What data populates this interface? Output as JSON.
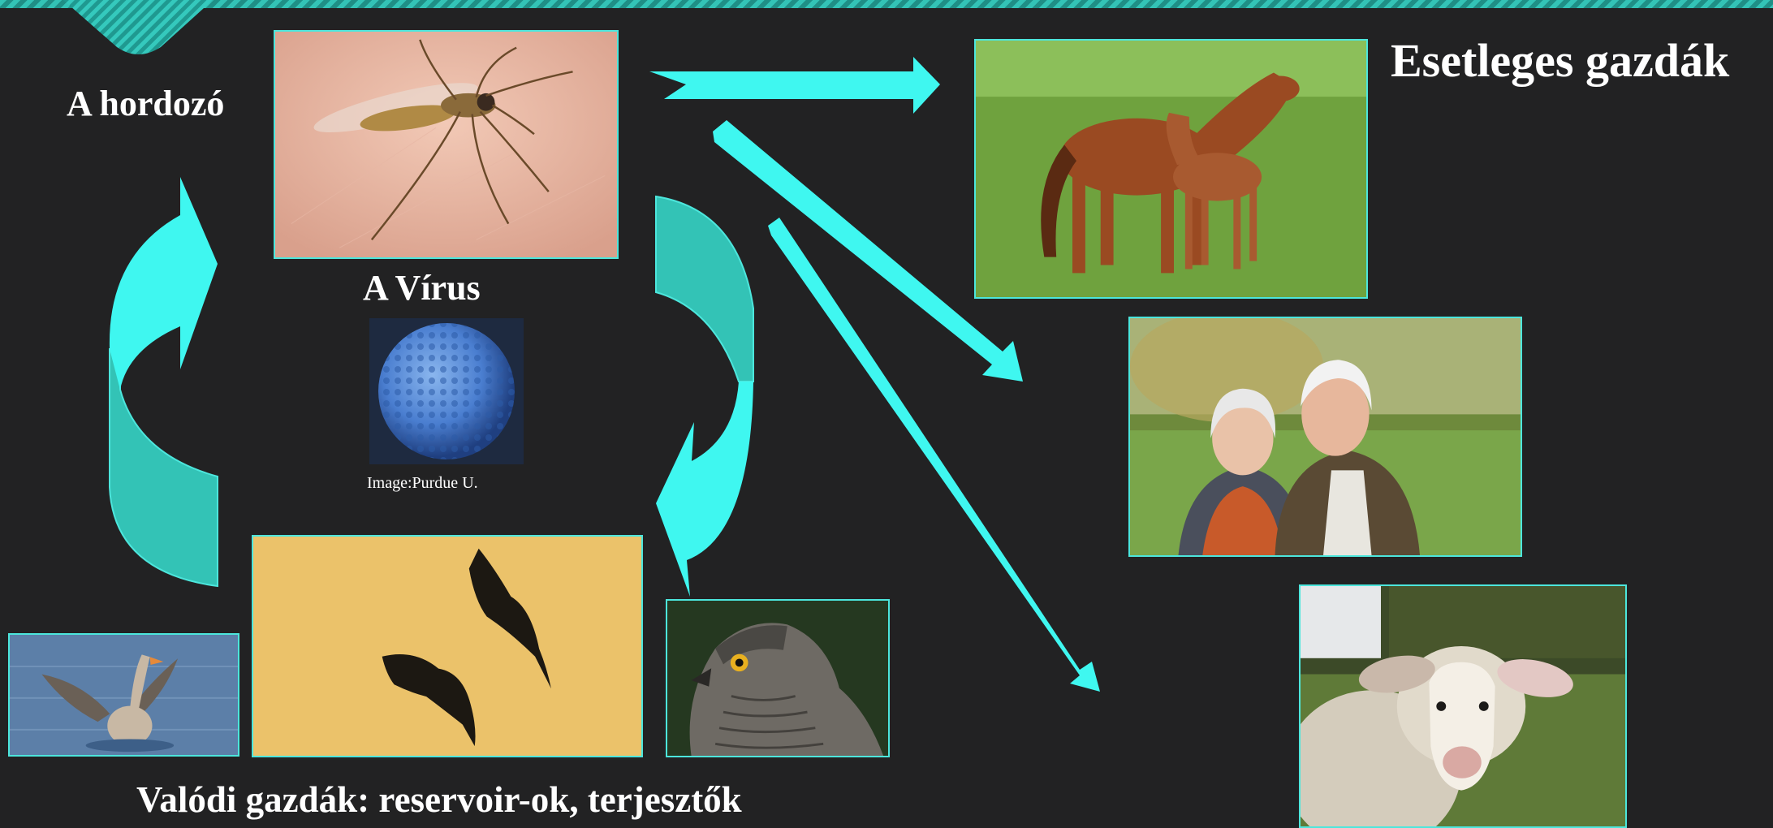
{
  "labels": {
    "carrier": "A hordozó",
    "virus": "A Vírus",
    "possible_hosts": "Esetleges gazdák",
    "true_hosts": "Valódi gazdák: reservoir-ok, terjesztők"
  },
  "image_credit": "Image:Purdue U.",
  "colors": {
    "background": "#222223",
    "accent": "#3ff7f0",
    "accent_dark": "#33c3b6",
    "frame": "#4ce6dc",
    "text": "#ffffff"
  },
  "icons": {
    "mosquito": "mosquito-photo",
    "virus": "virus-particle-image",
    "goose": "goose-photo",
    "birds": "flying-birds-photo",
    "hawk": "hawk-photo",
    "horses": "horses-photo",
    "people": "elderly-couple-photo",
    "sheep": "sheep-photo"
  }
}
